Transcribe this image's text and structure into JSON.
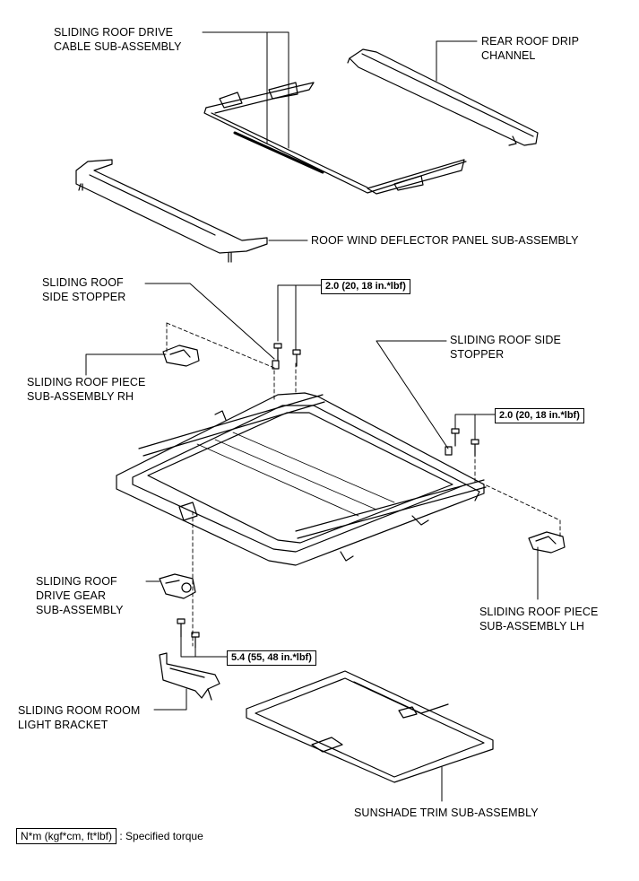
{
  "labels": {
    "drive_cable": [
      "SLIDING ROOF DRIVE",
      "CABLE SUB-ASSEMBLY"
    ],
    "rear_drip": [
      "REAR ROOF DRIP",
      "CHANNEL"
    ],
    "wind_deflector": [
      "ROOF WIND DEFLECTOR PANEL SUB-ASSEMBLY"
    ],
    "side_stopper_left": [
      "SLIDING ROOF",
      "SIDE STOPPER"
    ],
    "side_stopper_right": [
      "SLIDING ROOF SIDE",
      "STOPPER"
    ],
    "piece_rh": [
      "SLIDING ROOF PIECE",
      "SUB-ASSEMBLY RH"
    ],
    "piece_lh": [
      "SLIDING ROOF PIECE",
      "SUB-ASSEMBLY LH"
    ],
    "drive_gear": [
      "SLIDING ROOF",
      "DRIVE GEAR",
      "SUB-ASSEMBLY"
    ],
    "room_light": [
      "SLIDING ROOM ROOM",
      "LIGHT BRACKET"
    ],
    "sunshade": [
      "SUNSHADE TRIM SUB-ASSEMBLY"
    ]
  },
  "torques": {
    "t1": "2.0 (20, 18 in.*lbf)",
    "t2": "2.0 (20, 18 in.*lbf)",
    "t3": "5.4 (55, 48 in.*lbf)"
  },
  "legend": {
    "unit": "N*m (kgf*cm, ft*lbf)",
    "text": ": Specified torque"
  }
}
